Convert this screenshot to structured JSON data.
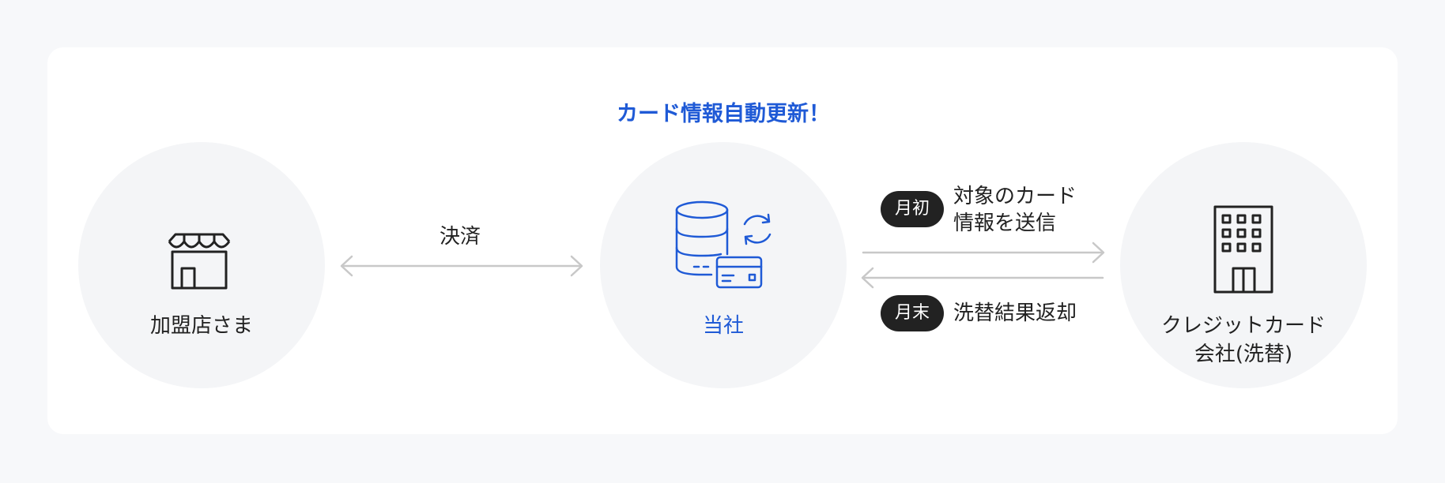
{
  "diagram": {
    "heading": "カード情報自動更新！",
    "nodes": {
      "merchant": {
        "label": "加盟店さま",
        "icon": "storefront-icon"
      },
      "company": {
        "label": "当社",
        "icon": "database-sync-card-icon"
      },
      "card_company": {
        "line1": "クレジットカード",
        "line2": "会社(洗替)",
        "icon": "office-building-icon"
      }
    },
    "edges": {
      "payment": {
        "label": "決済"
      },
      "monthly_start": {
        "badge": "月初",
        "line1": "対象のカード",
        "line2": "情報を送信"
      },
      "monthly_end": {
        "badge": "月末",
        "line1": "洗替結果返却"
      }
    },
    "colors": {
      "accent": "#1f5ad6",
      "text": "#222222",
      "arrow": "#c8c8c8",
      "node_fill": "#f4f5f7",
      "badge": "#222222"
    }
  }
}
